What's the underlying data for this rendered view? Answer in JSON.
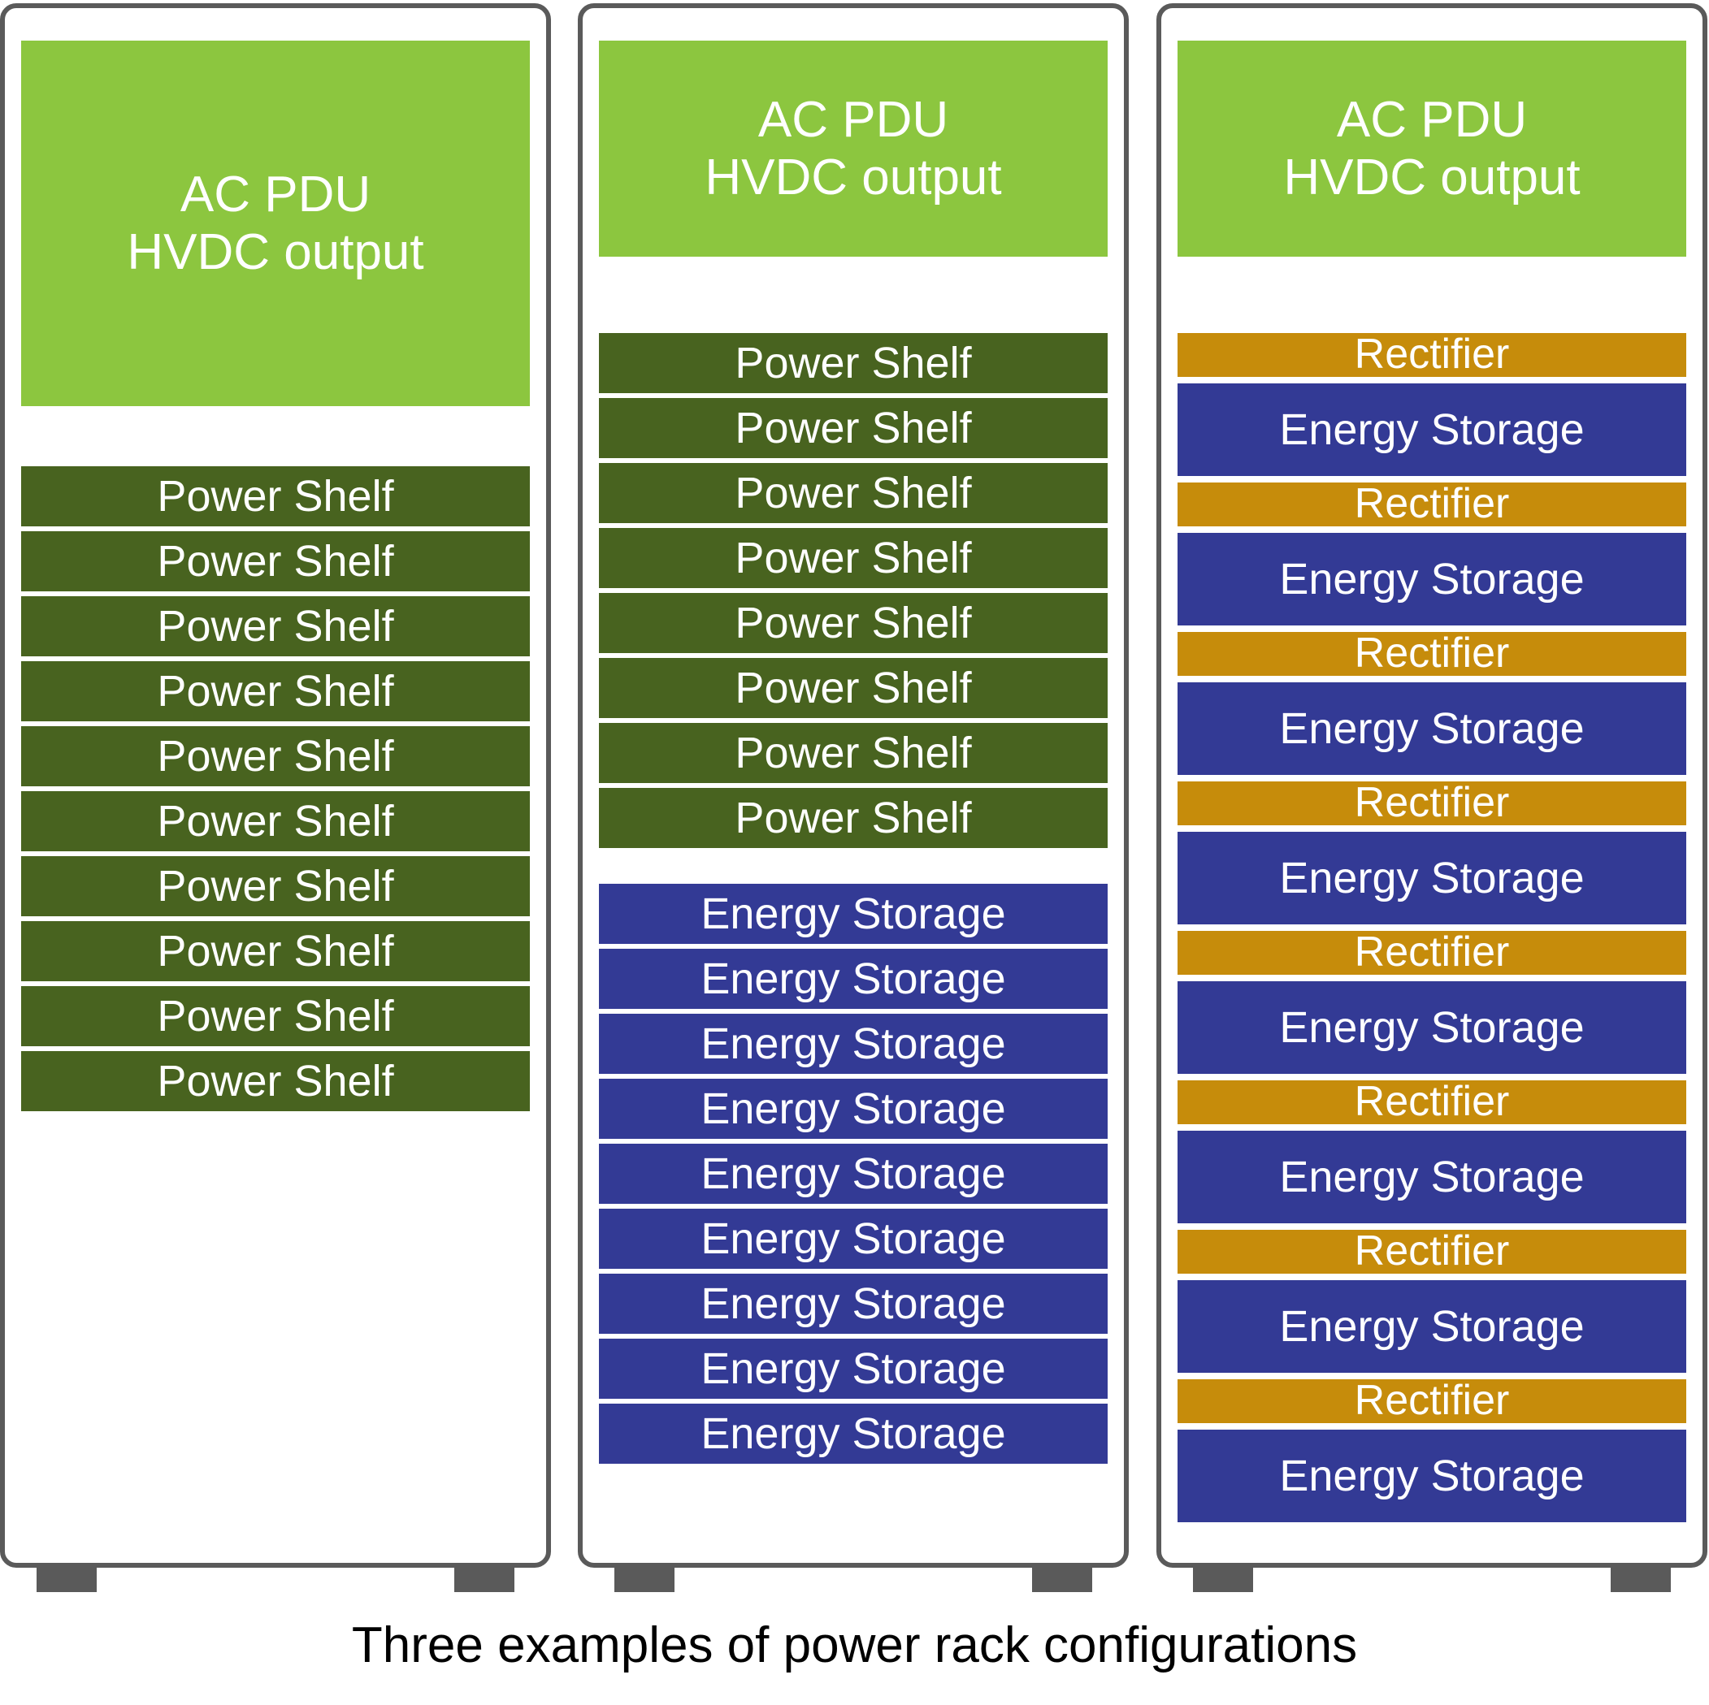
{
  "caption": "Three examples of power rack configurations",
  "colors": {
    "pdu": "#8cc63f",
    "power_shelf": "#48631f",
    "energy_storage": "#333a95",
    "rectifier": "#c68c0b",
    "rack_frame": "#5a5a5a"
  },
  "racks": [
    {
      "pdu": "AC PDU\nHVDC output",
      "power_shelves": [
        "Power Shelf",
        "Power Shelf",
        "Power Shelf",
        "Power Shelf",
        "Power Shelf",
        "Power Shelf",
        "Power Shelf",
        "Power Shelf",
        "Power Shelf",
        "Power Shelf"
      ]
    },
    {
      "pdu": "AC PDU\nHVDC output",
      "power_shelves": [
        "Power Shelf",
        "Power Shelf",
        "Power Shelf",
        "Power Shelf",
        "Power Shelf",
        "Power Shelf",
        "Power Shelf",
        "Power Shelf"
      ],
      "energy_storage": [
        "Energy Storage",
        "Energy Storage",
        "Energy Storage",
        "Energy Storage",
        "Energy Storage",
        "Energy Storage",
        "Energy Storage",
        "Energy Storage",
        "Energy Storage"
      ]
    },
    {
      "pdu": "AC PDU\nHVDC output",
      "units": [
        {
          "rectifier": "Rectifier",
          "energy_storage": "Energy Storage"
        },
        {
          "rectifier": "Rectifier",
          "energy_storage": "Energy Storage"
        },
        {
          "rectifier": "Rectifier",
          "energy_storage": "Energy Storage"
        },
        {
          "rectifier": "Rectifier",
          "energy_storage": "Energy Storage"
        },
        {
          "rectifier": "Rectifier",
          "energy_storage": "Energy Storage"
        },
        {
          "rectifier": "Rectifier",
          "energy_storage": "Energy Storage"
        },
        {
          "rectifier": "Rectifier",
          "energy_storage": "Energy Storage"
        },
        {
          "rectifier": "Rectifier",
          "energy_storage": "Energy Storage"
        }
      ]
    }
  ]
}
